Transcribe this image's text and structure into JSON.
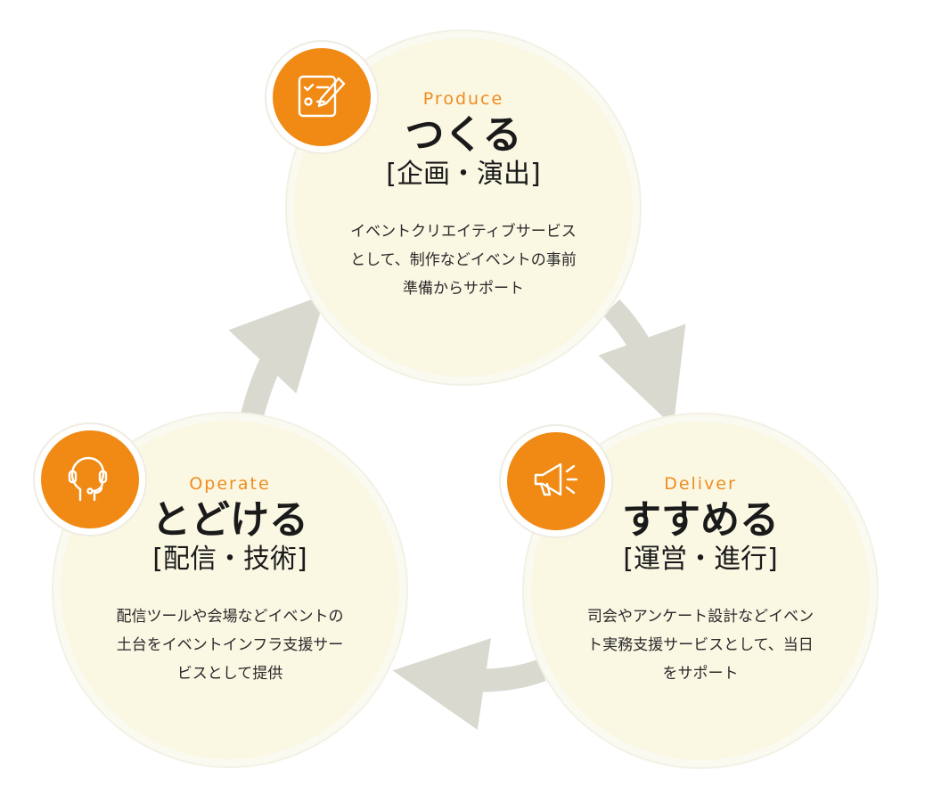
{
  "cycle": {
    "produce": {
      "en": "Produce",
      "title": "つくる",
      "subtitle": "[企画・演出]",
      "desc_lines": [
        "イベントクリエイティブサービス",
        "として、制作などイベントの事前",
        "準備からサポート"
      ],
      "icon": "checklist-pencil-icon"
    },
    "deliver": {
      "en": "Deliver",
      "title": "すすめる",
      "subtitle": "[運営・進行]",
      "desc_lines": [
        "司会やアンケート設計などイベン",
        "ト実務支援サービスとして、当日",
        "をサポート"
      ],
      "icon": "megaphone-icon"
    },
    "operate": {
      "en": "Operate",
      "title": "とどける",
      "subtitle": "[配信・技術]",
      "desc_lines": [
        "配信ツールや会場などイベントの",
        "土台をイベントインフラ支援サー",
        "ビスとして提供"
      ],
      "icon": "headset-operator-icon"
    }
  },
  "colors": {
    "accent": "#f08a14",
    "circle_fill": "#faf7e3",
    "arrow": "#d9d9d0"
  }
}
